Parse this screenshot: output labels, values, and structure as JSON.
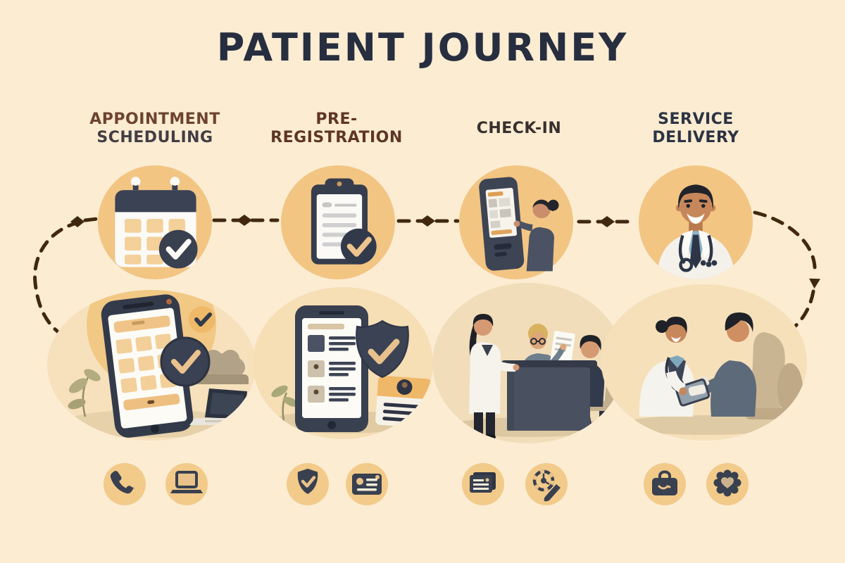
{
  "title": "PATIENT JOURNEY",
  "stages": [
    {
      "id": "appointment-scheduling",
      "label_line1": "APPOINTMENT",
      "label_line2": "SCHEDULING",
      "label_color": "#6e432e",
      "label_color2": "#433d44",
      "top_icon": "calendar-check-icon",
      "scene": "phone-calendar-booking-illustration",
      "mini_icons": [
        "phone-icon",
        "laptop-icon"
      ]
    },
    {
      "id": "pre-registration",
      "label_line1": "PRE-",
      "label_line2": "REGISTRATION",
      "label_color": "#5e3526",
      "label_color2": "#5e3526",
      "top_icon": "clipboard-check-icon",
      "scene": "phone-forms-id-card-illustration",
      "mini_icons": [
        "shield-check-icon",
        "id-card-icon"
      ]
    },
    {
      "id": "check-in",
      "label_line1": "CHECK-IN",
      "label_line2": "",
      "label_color": "#38302f",
      "label_color2": "#38302f",
      "top_icon": "kiosk-checkin-icon",
      "scene": "reception-desk-illustration",
      "mini_icons": [
        "form-icon",
        "clock-pen-icon"
      ]
    },
    {
      "id": "service-delivery",
      "label_line1": "SERVICE",
      "label_line2": "DELIVERY",
      "label_color": "#2c3343",
      "label_color2": "#2c3343",
      "top_icon": "doctor-portrait-icon",
      "scene": "doctor-patient-consult-illustration",
      "mini_icons": [
        "medical-bag-icon",
        "heart-badge-icon"
      ]
    }
  ],
  "colors": {
    "background": "#fcecd2",
    "circle_fill": "#f2c583",
    "ellipse_fill": "#f7e1bc",
    "dark_slate": "#39404f",
    "title_text": "#272e3f",
    "connector": "#40280f",
    "check_tan": "#e9c28d"
  }
}
